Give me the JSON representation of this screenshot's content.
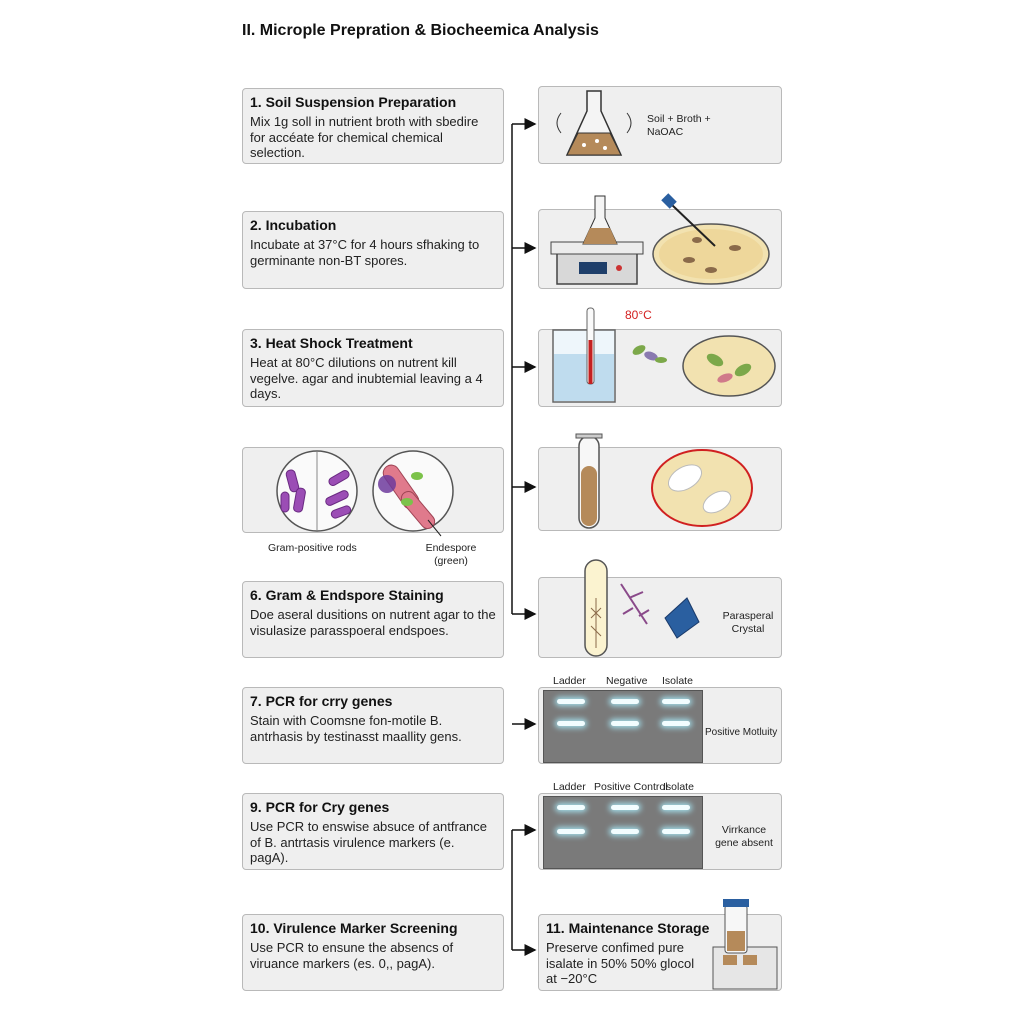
{
  "title": "II. Microple Prepration & Biocheemica Analysis",
  "steps": [
    {
      "title": "1. Soil Suspension Preparation",
      "text": "Mix 1g soll in nutrient broth with sbedire for accéate for chemical chemical selection."
    },
    {
      "title": "2. Incubation",
      "text": "Incubate at 37°C for 4 hours sfhaking to germinante non-BT spores."
    },
    {
      "title": "3. Heat Shock Treatment",
      "text": "Heat at 80°C dilutions on nutrent kill vegelve. agar and inubtemial leaving a 4 days."
    },
    {
      "title": "6. Gram & Endspore Staining",
      "text": "Doe aseral dusitions on nutrent agar to the visulasize parasspoeral endspoes."
    },
    {
      "title": "7. PCR for crry genes",
      "text": "Stain with Coomsne fon-motile B. antrhasis by testinasst maallity gens."
    },
    {
      "title": "9. PCR for Cry genes",
      "text": "Use PCR to enswise absuce of antfrance of B. antrtasis virulence markers (e. pagA)."
    },
    {
      "title": "10. Virulence Marker Screening",
      "text": "Use PCR to ensune the absencs of viruance markers (es. 0,, pagA)."
    }
  ],
  "labels": {
    "soil_broth": "Soil + Broth + NaOAC",
    "temp": "80°C",
    "gram_positive": "Gram-positive rods",
    "endospore": "Endespore (green)",
    "parasporal": "Parasperal Crystal",
    "gel1_lanes": [
      "Ladder",
      "Negative",
      "Isolate"
    ],
    "gel1_note": "Positive Motluity",
    "gel2_lanes": [
      "Ladder",
      "Positive Control",
      "Isolate"
    ],
    "gel2_note": "Virrkance gene absent"
  },
  "storage": {
    "title": "11. Maintenance Storage",
    "text": "Preserve confimed pure isalate in 50% 50% glocol at −20°C"
  },
  "colors": {
    "box_bg": "#efefef",
    "box_border": "#b9b9b9",
    "gel": "#7a7a7a",
    "band_glow": "#aaf0ff",
    "temp_red": "#d32020"
  }
}
